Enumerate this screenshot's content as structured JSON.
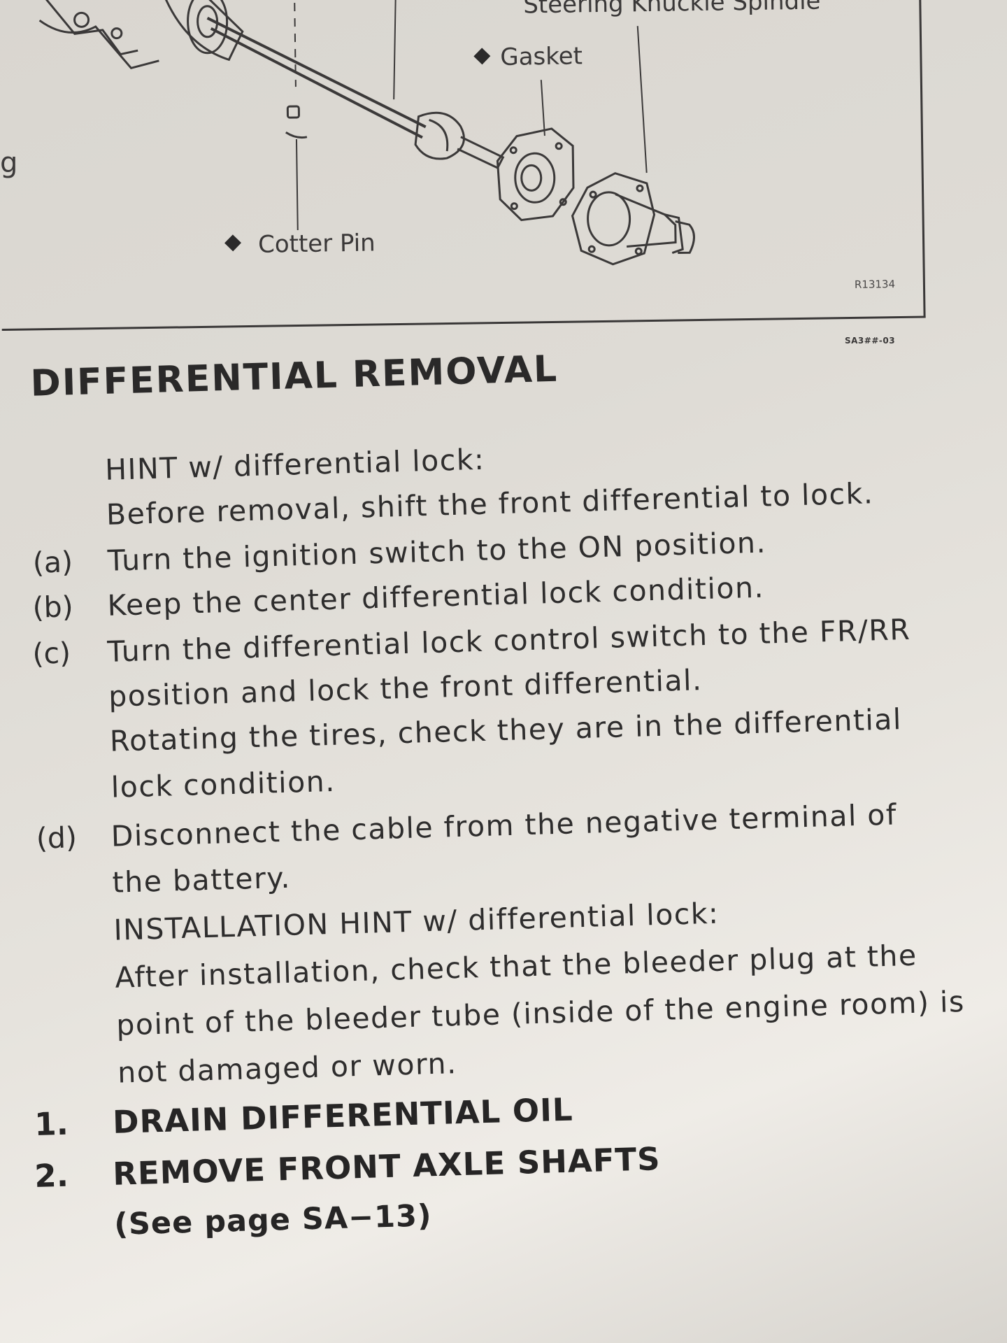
{
  "figure": {
    "callouts": {
      "spindle": "Steering Knuckle Spindle",
      "gasket": "Gasket",
      "cotter_pin": "Cotter Pin"
    },
    "figure_id": "R13134"
  },
  "margin_mark": "g",
  "code_ref": "SA3##-03",
  "section": {
    "title": "DIFFERENTIAL REMOVAL",
    "hint_heading": "HINT  w/ differential lock:",
    "hint_text": "Before removal, shift the front differential to lock.",
    "sub_steps": [
      {
        "marker": "(a)",
        "lines": [
          "Turn the ignition switch to the ON position."
        ]
      },
      {
        "marker": "(b)",
        "lines": [
          "Keep the center differential lock condition."
        ]
      },
      {
        "marker": "(c)",
        "lines": [
          "Turn the differential lock control switch to the FR/RR",
          "position and lock the front differential.",
          "Rotating the tires, check they are in the differential",
          "lock condition."
        ]
      },
      {
        "marker": "(d)",
        "lines": [
          "Disconnect the cable from the negative terminal of",
          "the battery."
        ]
      }
    ],
    "install_hint_heading": "INSTALLATION HINT w/ differential lock:",
    "install_hint_lines": [
      "After installation, check that the bleeder plug at the",
      "point of the bleeder tube (inside of the engine room) is",
      "not damaged or worn."
    ],
    "steps": [
      {
        "number": "1.",
        "label": "DRAIN DIFFERENTIAL OIL"
      },
      {
        "number": "2.",
        "label": "REMOVE FRONT AXLE SHAFTS"
      }
    ],
    "page_ref": "(See page SA−13)"
  }
}
